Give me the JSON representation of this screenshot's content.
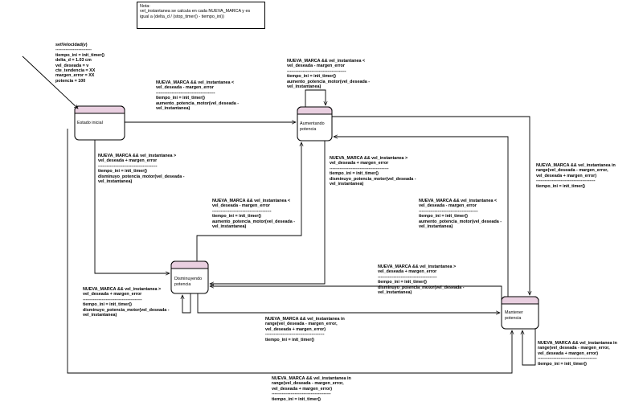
{
  "note": {
    "title": "Nota:",
    "line1": "vel_instantanea se calcula en cada NUEVA_MARCA y es",
    "line2": "igual a (delta_d / (stop_timer() - tiempo_ini))"
  },
  "states": {
    "estado_inicial": "Estado inicial",
    "aumentando": "Aumentando\npotencia",
    "disminuyendo": "Disminuyendo\npotencia",
    "mantener": "Mantener\npotencia"
  },
  "initial_action": "setVelocidad(v)\n-------------------------\ntiempo_ini = init_timer()\ndelta_d = 1.03 cm\nvel_deseada = v\ncte_tendencia = XX\nmargen_error = XX\npotencia = 100",
  "transitions": {
    "inicial_to_aumentando": "NUEVA_MARCA && vel_instantanea <\nvel_deseada - margen_error\n-----------------------------------------\ntiempo_ini = init_timer()\naumento_potencia_motor(vel_deseada -\nvel_instantanea)",
    "aumentando_self": "NUEVA_MARCA && vel_instantanea <\nvel_deseada - margen_error\n-----------------------------------------\ntiempo_ini = init_timer()\naumento_potencia_motor(vel_deseada -\nvel_instantanea)",
    "inicial_to_disminuyendo": "NUEVA_MARCA && vel_instantanea >\nvel_deseada + margen_error\n-----------------------------------------\ntiempo_ini = init_timer()\ndisminuyo_potencia_motor(vel_deseada -\nvel_instantanea)",
    "aumentando_to_disminuyendo": "NUEVA_MARCA && vel_instantanea >\nvel_deseada + margen_error\n-----------------------------------------\ntiempo_ini = init_timer()\ndisminuyo_potencia_motor(vel_deseada -\nvel_instantanea)",
    "disminuyendo_to_aumentando": "NUEVA_MARCA && vel_instantanea <\nvel_deseada - margen_error\n-----------------------------------------\ntiempo_ini = init_timer()\naumento_potencia_motor(vel_deseada -\nvel_instantanea)",
    "aumentando_to_mantener": "NUEVA_MARCA && vel_instantanea in\nrange(vel_deseada - margen_error,\nvel_deseada + margen_error)\n-----------------------------------------\ntiempo_ini = init_timer()",
    "mantener_to_aumentando": "NUEVA_MARCA && vel_instantanea <\nvel_deseada - margen_error\n-----------------------------------------\ntiempo_ini = init_timer()\naumento_potencia_motor(vel_deseada -\nvel_instantanea)",
    "mantener_to_disminuyendo": "NUEVA_MARCA && vel_instantanea >\nvel_deseada + margen_error\n-----------------------------------------\ntiempo_ini = init_timer()\ndisminuyo_potencia_motor(vel_deseada -\nvel_instantanea)",
    "disminuyendo_self": "NUEVA_MARCA && vel_instantanea >\nvel_deseada + margen_error\n-----------------------------------------\ntiempo_ini = init_timer()\ndisminuyo_potencia_motor(vel_deseada -\nvel_instantanea)",
    "disminuyendo_to_mantener": "NUEVA_MARCA && vel_instantanea in\nrange(vel_deseada - margen_error,\nvel_deseada + margen_error)\n-----------------------------------------\ntiempo_ini = init_timer()",
    "mantener_self": "NUEVA_MARCA && vel_instantanea in\nrange(vel_deseada - margen_error,\nvel_deseada + margen_error)\n-----------------------------------------\ntiempo_ini = init_timer()",
    "inicial_to_mantener": "NUEVA_MARCA && vel_instantanea in\nrange(vel_deseada - margen_error,\nvel_deseada + margen_error)\n-----------------------------------------\ntiempo_ini = init_timer()"
  }
}
